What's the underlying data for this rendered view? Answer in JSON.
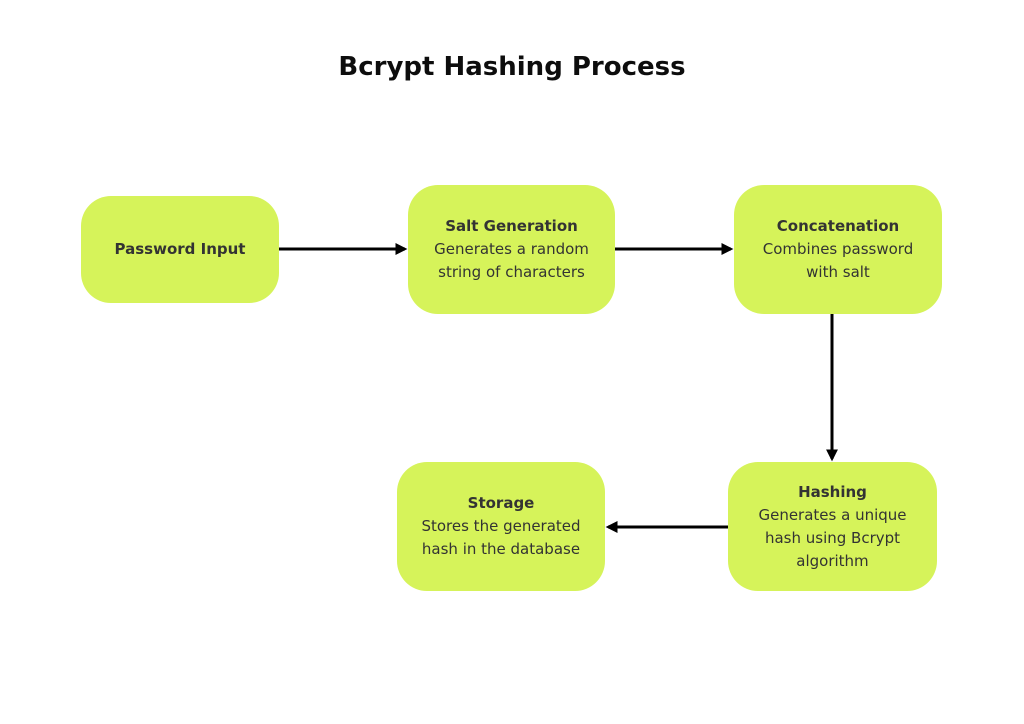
{
  "diagram": {
    "title": "Bcrypt Hashing Process",
    "nodes": {
      "password_input": {
        "title": "Password Input",
        "description": ""
      },
      "salt_generation": {
        "title": "Salt Generation",
        "description": "Generates a random\nstring of characters"
      },
      "concatenation": {
        "title": "Concatenation",
        "description": "Combines password\nwith salt"
      },
      "hashing": {
        "title": "Hashing",
        "description": "Generates a  unique\nhash using Bcrypt\nalgorithm"
      },
      "storage": {
        "title": "Storage",
        "description": "Stores the generated\nhash in the database"
      }
    },
    "edges": [
      {
        "from": "password_input",
        "to": "salt_generation"
      },
      {
        "from": "salt_generation",
        "to": "concatenation"
      },
      {
        "from": "concatenation",
        "to": "hashing"
      },
      {
        "from": "hashing",
        "to": "storage"
      }
    ],
    "colors": {
      "node_fill": "#d6f35a",
      "text": "#333333",
      "arrow": "#000000"
    }
  }
}
